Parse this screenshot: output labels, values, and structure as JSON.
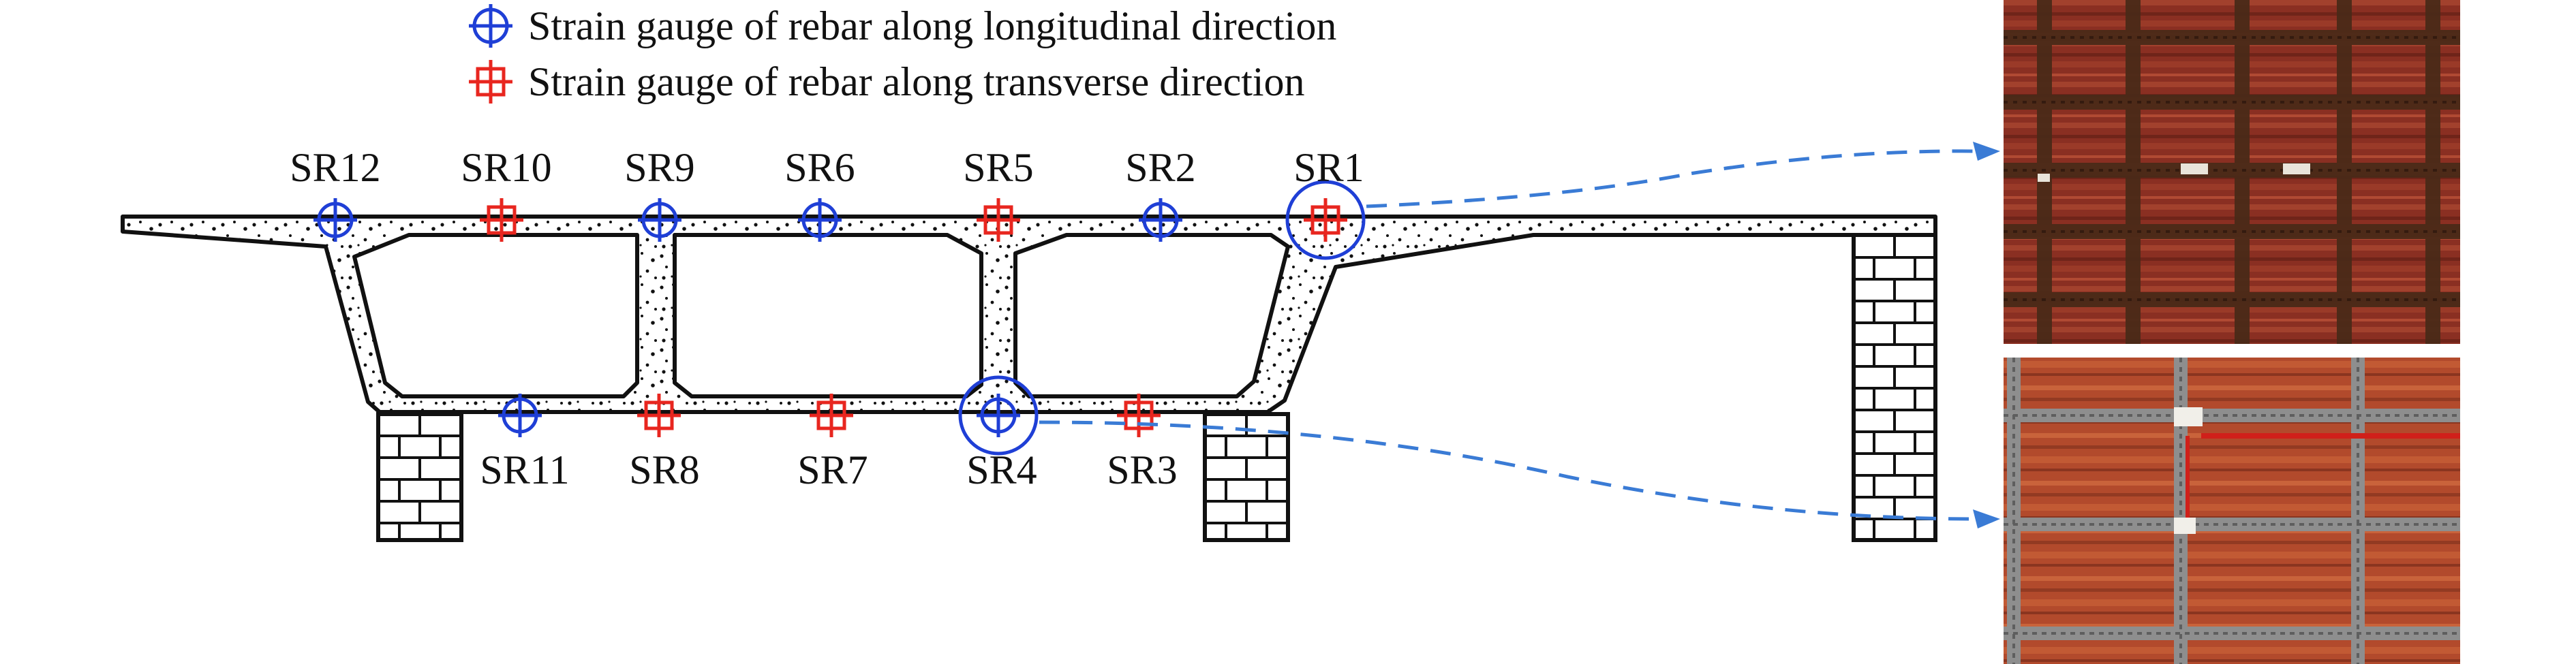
{
  "legend": {
    "longitudinal": "Strain gauge of rebar along longitudinal direction",
    "transverse": "Strain gauge of rebar along transverse direction"
  },
  "colors": {
    "longitudinal": "#1f3fd6",
    "transverse": "#e8261f",
    "leader": "#3a7bd5",
    "outline": "#111111"
  },
  "gauges": {
    "SR1": "SR1",
    "SR2": "SR2",
    "SR3": "SR3",
    "SR4": "SR4",
    "SR5": "SR5",
    "SR6": "SR6",
    "SR7": "SR7",
    "SR8": "SR8",
    "SR9": "SR9",
    "SR10": "SR10",
    "SR11": "SR11",
    "SR12": "SR12"
  },
  "photos": {
    "top": "photo of top-flange rebar mesh with strain gauges",
    "bottom": "photo of bottom-flange rebar mesh with strain gauge"
  }
}
